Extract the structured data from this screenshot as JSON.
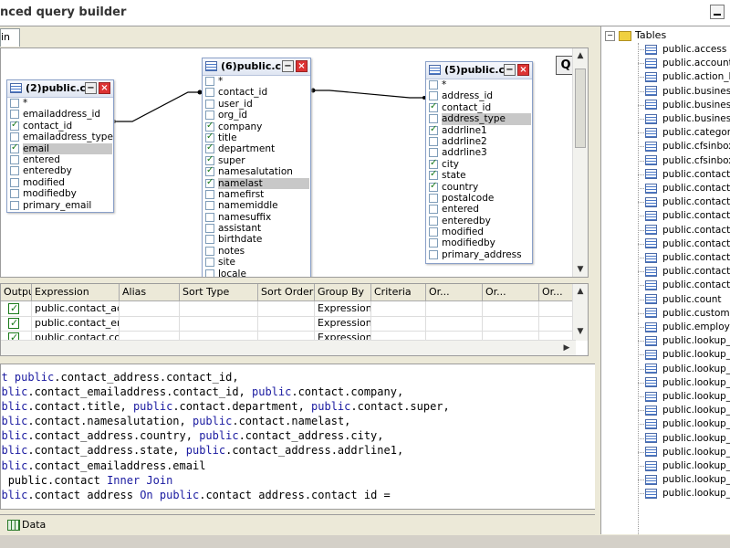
{
  "window": {
    "title": "nced query builder"
  },
  "tabs": [
    {
      "label": "in"
    }
  ],
  "canvas": {
    "q_button": "Q",
    "tables": [
      {
        "title": "(2)public.c...",
        "fields": [
          {
            "name": "*",
            "checked": false
          },
          {
            "name": "emailaddress_id",
            "checked": false
          },
          {
            "name": "contact_id",
            "checked": true
          },
          {
            "name": "emailaddress_type",
            "checked": false
          },
          {
            "name": "email",
            "checked": true,
            "selected": true
          },
          {
            "name": "entered",
            "checked": false
          },
          {
            "name": "enteredby",
            "checked": false
          },
          {
            "name": "modified",
            "checked": false
          },
          {
            "name": "modifiedby",
            "checked": false
          },
          {
            "name": "primary_email",
            "checked": false
          }
        ]
      },
      {
        "title": "(6)public.c...",
        "fields": [
          {
            "name": "*",
            "checked": false
          },
          {
            "name": "contact_id",
            "checked": false
          },
          {
            "name": "user_id",
            "checked": false
          },
          {
            "name": "org_id",
            "checked": false
          },
          {
            "name": "company",
            "checked": true
          },
          {
            "name": "title",
            "checked": true
          },
          {
            "name": "department",
            "checked": true
          },
          {
            "name": "super",
            "checked": true
          },
          {
            "name": "namesalutation",
            "checked": true
          },
          {
            "name": "namelast",
            "checked": true,
            "selected": true
          },
          {
            "name": "namefirst",
            "checked": false
          },
          {
            "name": "namemiddle",
            "checked": false
          },
          {
            "name": "namesuffix",
            "checked": false
          },
          {
            "name": "assistant",
            "checked": false
          },
          {
            "name": "birthdate",
            "checked": false
          },
          {
            "name": "notes",
            "checked": false
          },
          {
            "name": "site",
            "checked": false
          },
          {
            "name": "locale",
            "checked": false
          }
        ]
      },
      {
        "title": "(5)public.c...",
        "fields": [
          {
            "name": "*",
            "checked": false
          },
          {
            "name": "address_id",
            "checked": false
          },
          {
            "name": "contact_id",
            "checked": true
          },
          {
            "name": "address_type",
            "checked": false,
            "selected": true
          },
          {
            "name": "addrline1",
            "checked": true
          },
          {
            "name": "addrline2",
            "checked": false
          },
          {
            "name": "addrline3",
            "checked": false
          },
          {
            "name": "city",
            "checked": true
          },
          {
            "name": "state",
            "checked": true
          },
          {
            "name": "country",
            "checked": true
          },
          {
            "name": "postalcode",
            "checked": false
          },
          {
            "name": "entered",
            "checked": false
          },
          {
            "name": "enteredby",
            "checked": false
          },
          {
            "name": "modified",
            "checked": false
          },
          {
            "name": "modifiedby",
            "checked": false
          },
          {
            "name": "primary_address",
            "checked": false
          }
        ]
      }
    ]
  },
  "grid": {
    "columns": [
      "Output",
      "Expression",
      "Alias",
      "Sort Type",
      "Sort Order",
      "Group By",
      "Criteria",
      "Or...",
      "Or...",
      "Or..."
    ],
    "rows": [
      {
        "expression": "public.contact_addre",
        "group_by": "Expression"
      },
      {
        "expression": "public.contact_email",
        "group_by": "Expression"
      },
      {
        "expression": "public.contact.comp",
        "group_by": "Expression"
      }
    ]
  },
  "sql": {
    "lines": [
      [
        {
          "t": "ect ",
          "k": true
        },
        {
          "t": "public",
          "k": true
        },
        {
          "t": ".contact_address.contact_id,",
          "k": false
        }
      ],
      [
        {
          "t": "public",
          "k": true
        },
        {
          "t": ".contact_emailaddress.contact_id, ",
          "k": false
        },
        {
          "t": "public",
          "k": true
        },
        {
          "t": ".contact.company,",
          "k": false
        }
      ],
      [
        {
          "t": "public",
          "k": true
        },
        {
          "t": ".contact.title, ",
          "k": false
        },
        {
          "t": "public",
          "k": true
        },
        {
          "t": ".contact.department, ",
          "k": false
        },
        {
          "t": "public",
          "k": true
        },
        {
          "t": ".contact.super,",
          "k": false
        }
      ],
      [
        {
          "t": "public",
          "k": true
        },
        {
          "t": ".contact.namesalutation, ",
          "k": false
        },
        {
          "t": "public",
          "k": true
        },
        {
          "t": ".contact.namelast,",
          "k": false
        }
      ],
      [
        {
          "t": "public",
          "k": true
        },
        {
          "t": ".contact_address.country, ",
          "k": false
        },
        {
          "t": "public",
          "k": true
        },
        {
          "t": ".contact_address.city,",
          "k": false
        }
      ],
      [
        {
          "t": "public",
          "k": true
        },
        {
          "t": ".contact_address.state, ",
          "k": false
        },
        {
          "t": "public",
          "k": true
        },
        {
          "t": ".contact_address.addrline1,",
          "k": false
        }
      ],
      [
        {
          "t": "public",
          "k": true
        },
        {
          "t": ".contact_emailaddress.email",
          "k": false
        }
      ],
      [
        {
          "t": "om ",
          "k": true
        },
        {
          "t": "public.contact ",
          "k": false
        },
        {
          "t": "Inner Join",
          "k": true
        }
      ],
      [
        {
          "t": "public",
          "k": true
        },
        {
          "t": ".contact address ",
          "k": false
        },
        {
          "t": "On ",
          "k": true
        },
        {
          "t": "public",
          "k": true
        },
        {
          "t": ".contact address.contact id =",
          "k": false
        }
      ]
    ]
  },
  "bottom": {
    "data_tab": "Data"
  },
  "tree": {
    "root": "Tables",
    "items": [
      "public.access",
      "public.account_",
      "public.action_lis",
      "public.business_",
      "public.business_",
      "public.business_",
      "public.category_",
      "public.cfsinbox_",
      "public.cfsinbox_",
      "public.contact",
      "public.contact_a",
      "public.contact_e",
      "public.contact_i",
      "public.contact_l",
      "public.contact_l",
      "public.contact_p",
      "public.contact_t",
      "public.contact_t",
      "public.count",
      "public.customer",
      "public.employee",
      "public.lookup_a",
      "public.lookup_a",
      "public.lookup_c",
      "public.lookup_c",
      "public.lookup_c",
      "public.lookup_c",
      "public.lookup_c",
      "public.lookup_d",
      "public.lookup_d",
      "public.lookup_e",
      "public.lookup_in",
      "public.lookup_in"
    ]
  }
}
